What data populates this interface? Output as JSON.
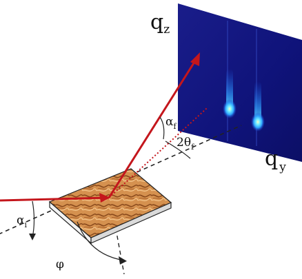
{
  "labels": {
    "qz_main": "q",
    "qz_sub": "z",
    "qy_main": "q",
    "qy_sub": "y",
    "alpha_f_main": "α",
    "alpha_f_sub": "f",
    "two_theta_main": "2θ",
    "two_theta_sub": "f",
    "alpha_i_main": "α",
    "alpha_i_sub": "i",
    "phi": "φ"
  },
  "colors": {
    "beam": "#c4161c",
    "detector_background": "#13157a",
    "spot": "#35c9ff",
    "sample_surface": "#d08a4a",
    "dashed_line": "#222222"
  }
}
